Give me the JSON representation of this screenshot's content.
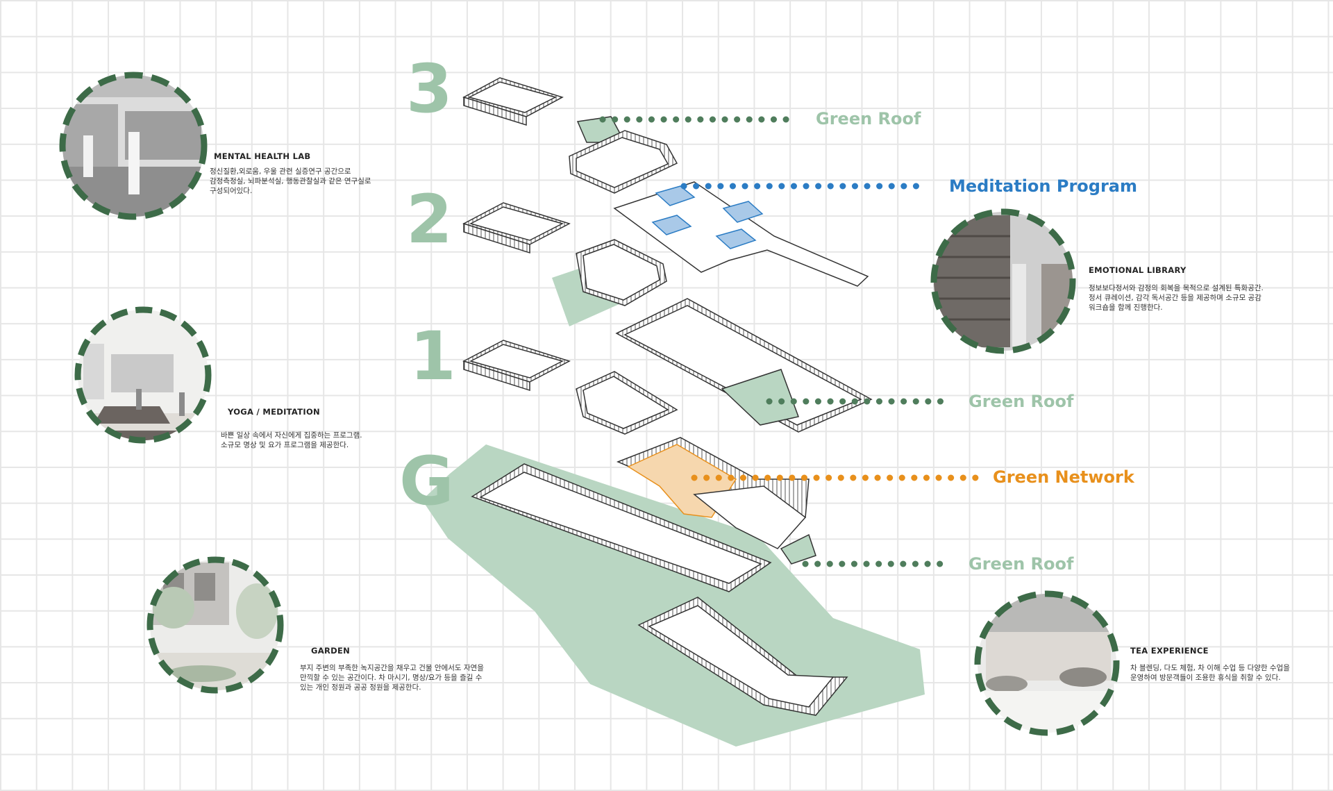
{
  "levels": [
    "3",
    "2",
    "1",
    "G"
  ],
  "callouts": {
    "green_roof_3": "Green Roof",
    "meditation": "Meditation Program",
    "green_roof_1": "Green Roof",
    "green_network": "Green Network",
    "green_roof_g": "Green Roof"
  },
  "spaces": {
    "lab": {
      "title": "MENTAL HEALTH LAB",
      "desc": "정신질환,외로움, 우울 관련 실증연구 공간으로\n감정측정실, 뇌파분석실, 행동관찰실과 같은 연구실로\n구성되어있다."
    },
    "yoga": {
      "title": "YOGA / MEDITATION",
      "desc": "바쁜 일상 속에서 자신에게 집중하는 프로그램.\n소규모 명상 및 요가 프로그램을 제공한다."
    },
    "garden": {
      "title": "GARDEN",
      "desc": "부지 주변의 부족한 녹지공간을 채우고 건물 안에서도 자연을\n만끽할 수 있는 공간이다. 차 마시기, 명상/요가 등을 즐길 수\n있는 개인 정원과 공공 정원을 제공한다."
    },
    "library": {
      "title": "EMOTIONAL LIBRARY",
      "desc": "정보보다정서와 감정의 회복을 목적으로 설계된 특화공간.\n정서 큐레이션, 감각 독서공간 등을 제공하며 소규모 공감\n워크숍을 함께 진행한다."
    },
    "tea": {
      "title": "TEA EXPERIENCE",
      "desc": "차 블렌딩, 다도 체험, 차 이해 수업 등 다양한 수업을\n운영하여 방문객들이 조용한 휴식을 취할 수 있다."
    }
  },
  "colors": {
    "level_number": "#9ec4a9",
    "green_roof": "#9ec4a9",
    "green_fill": "#b9d6c2",
    "meditation": "#2b7cc4",
    "meditation_fill": "#a9c9e8",
    "network": "#e8901c",
    "network_fill": "#f6d7ae",
    "dots_green": "#4f7d5c",
    "circle_dash": "#3d6b48"
  }
}
